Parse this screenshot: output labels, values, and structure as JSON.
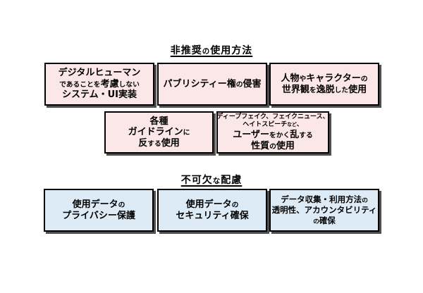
{
  "colors": {
    "background": "#ffffff",
    "box_pink": "#fce7e8",
    "box_blue": "#dcebf6",
    "border": "#000000",
    "shadow": "#4f4f4f",
    "text": "#000000"
  },
  "sections": [
    {
      "title": "非推奨の使用方法",
      "boxes": [
        {
          "lines": [
            "デジタルヒューマン",
            "であることを考慮しない",
            "システム・UI実装"
          ]
        },
        {
          "lines": [
            "パブリシティー権の侵害"
          ]
        },
        {
          "lines": [
            "人物やキャラクターの",
            "世界観を逸脱した使用"
          ]
        },
        {
          "lines": [
            "各種",
            "ガイドラインに",
            "反する使用"
          ]
        },
        {
          "lines": [
            "ディープフェイク、フェイクニュース、",
            "ヘイトスピーチなど、",
            "ユーザーをかく乱する",
            "性質の使用"
          ]
        }
      ]
    },
    {
      "title": "不可欠な配慮",
      "boxes": [
        {
          "lines": [
            "使用データの",
            "プライバシー保護"
          ]
        },
        {
          "lines": [
            "使用データの",
            "セキュリティ確保"
          ]
        },
        {
          "lines": [
            "データ収集・利用方法の",
            "透明性、アカウンタビリティ",
            "の確保"
          ]
        }
      ]
    }
  ]
}
